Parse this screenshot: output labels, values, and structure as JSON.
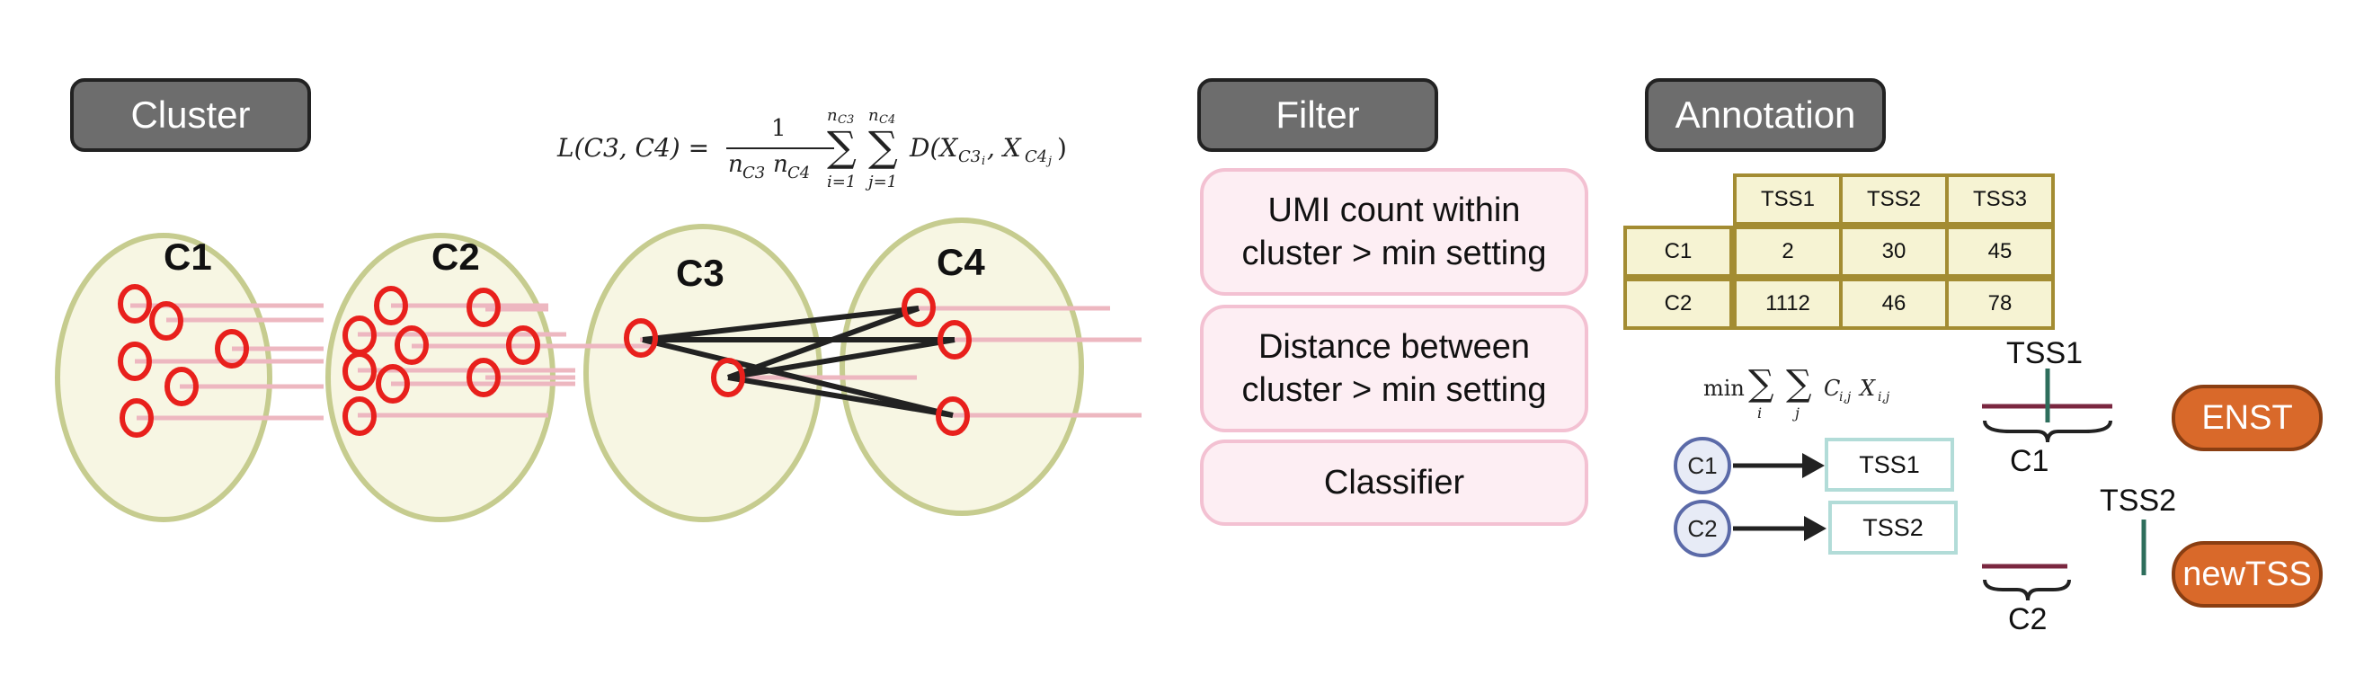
{
  "headers": {
    "cluster": "Cluster",
    "filter": "Filter",
    "annotation": "Annotation"
  },
  "clusters": [
    "C1",
    "C2",
    "C3",
    "C4"
  ],
  "formula_l": {
    "lhs": "L(C3, C4) =",
    "num": "1",
    "den": "n",
    "den_sub1": "C3",
    "den_n2": "n",
    "den_sub2": "C4",
    "sum1_top": "n",
    "sum1_top_sub": "C3",
    "sum1_bot": "i=1",
    "sum2_top": "n",
    "sum2_top_sub": "C4",
    "sum2_bot": "j=1",
    "body": "D(X",
    "body_sub1": "C3",
    "body_sub1_i": "i",
    "body_mid": ", X",
    "body_sub2": "C4",
    "body_sub2_j": "j",
    "body_end": ")"
  },
  "filters": [
    [
      "UMI count within",
      "cluster > min setting"
    ],
    [
      "Distance between",
      "cluster > min setting"
    ],
    [
      "Classifier"
    ]
  ],
  "table": {
    "columns": [
      "TSS1",
      "TSS2",
      "TSS3"
    ],
    "rows": [
      {
        "label": "C1",
        "values": [
          "2",
          "30",
          "45"
        ]
      },
      {
        "label": "C2",
        "values": [
          "1112",
          "46",
          "78"
        ]
      }
    ]
  },
  "formula_min": {
    "min": "min",
    "sub_i": "i",
    "sub_j": "j",
    "term": "C",
    "term_sub": "i,j",
    "x": "X",
    "x_sub": "i,j"
  },
  "assignment": [
    {
      "cluster": "C1",
      "tss": "TSS1"
    },
    {
      "cluster": "C2",
      "tss": "TSS2"
    }
  ],
  "genome": {
    "tss1": "TSS1",
    "c1": "C1",
    "enst": "ENST",
    "tss2": "TSS2",
    "c2": "C2",
    "newtss": "newTSS"
  },
  "colors": {
    "ellipse_fill": "#f7f6e3",
    "ellipse_stroke": "#c6cc8f",
    "read_line": "#edb7c0",
    "umi_circle": "#e8201c",
    "orange": "#d9692a",
    "teal_mark": "#2e6e5c",
    "maroon_line": "#7a2740"
  }
}
